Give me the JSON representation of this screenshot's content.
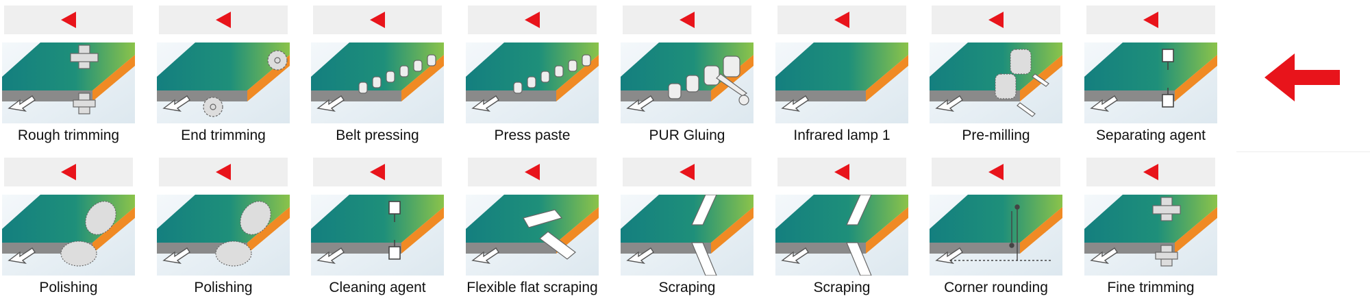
{
  "colors": {
    "arrow_red": "#e8141b",
    "header_gray": "#efefef",
    "board_top_start": "#147f7f",
    "board_top_end": "#8bc34a",
    "board_edge": "#f08a24",
    "board_side": "#8a8a8a",
    "background_sky": "#dde8ef"
  },
  "header_icon": "left-triangle-arrow-icon",
  "direction_indicator": "big-red-left-arrow-icon",
  "row1": [
    {
      "label": "Rough trimming",
      "icon": "cutter-icon"
    },
    {
      "label": "End trimming",
      "icon": "saw-blade-icon"
    },
    {
      "label": "Belt pressing",
      "icon": "pressure-rollers-icon"
    },
    {
      "label": "Press paste",
      "icon": "pressure-rollers-icon"
    },
    {
      "label": "PUR Gluing",
      "icon": "glue-rollers-icon"
    },
    {
      "label": "Infrared lamp 1",
      "icon": "board-icon"
    },
    {
      "label": "Pre-milling",
      "icon": "milling-cutters-icon"
    },
    {
      "label": "Separating agent",
      "icon": "spray-nozzle-icon"
    }
  ],
  "row2": [
    {
      "label": "Polishing",
      "icon": "polishing-wheel-icon"
    },
    {
      "label": "Polishing",
      "icon": "polishing-wheel-icon"
    },
    {
      "label": "Cleaning agent",
      "icon": "spray-nozzle-icon"
    },
    {
      "label": "Flexible flat scraping",
      "icon": "flat-scraper-icon"
    },
    {
      "label": "Scraping",
      "icon": "scraper-icon"
    },
    {
      "label": "Scraping",
      "icon": "scraper-icon"
    },
    {
      "label": "Corner rounding",
      "icon": "rounding-icon"
    },
    {
      "label": "Fine trimming",
      "icon": "cutter-icon"
    }
  ]
}
